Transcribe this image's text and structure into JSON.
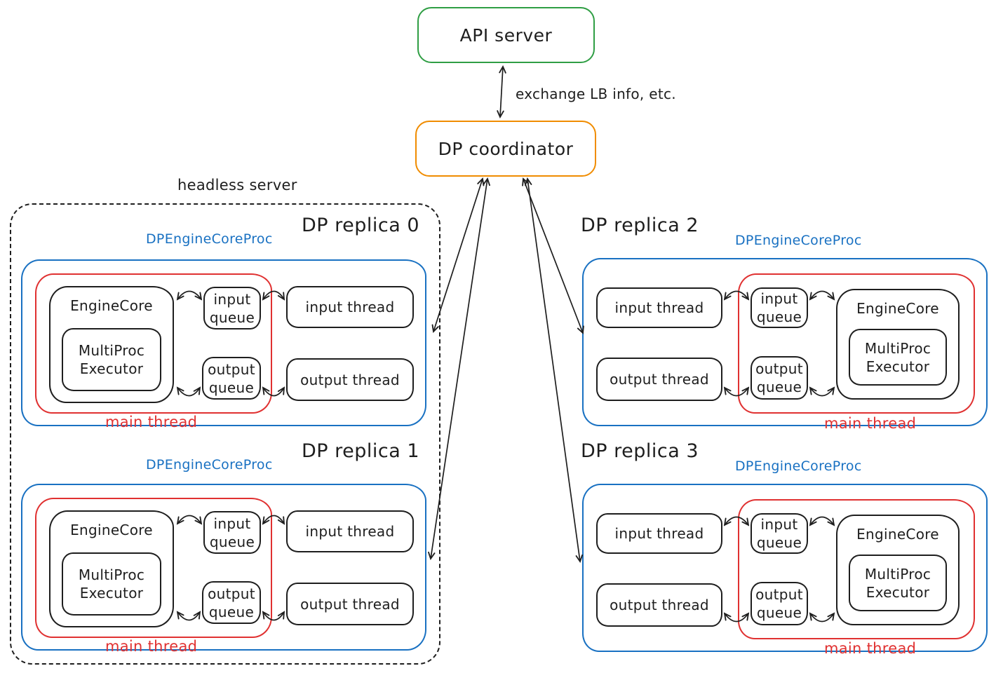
{
  "diagram": {
    "top": {
      "api_server_label": "API server",
      "coordinator_label": "DP coordinator",
      "exchange_label": "exchange LB info, etc."
    },
    "headless_server_label": "headless server",
    "replicas": [
      {
        "title": "DP replica 0",
        "proc_label": "DPEngineCoreProc",
        "engine_core_label": "EngineCore",
        "executor_lines": [
          "MultiProc",
          "Executor"
        ],
        "input_queue_lines": [
          "input",
          "queue"
        ],
        "output_queue_lines": [
          "output",
          "queue"
        ],
        "input_thread_label": "input thread",
        "output_thread_label": "output thread",
        "main_thread_label": "main thread"
      },
      {
        "title": "DP replica 1",
        "proc_label": "DPEngineCoreProc",
        "engine_core_label": "EngineCore",
        "executor_lines": [
          "MultiProc",
          "Executor"
        ],
        "input_queue_lines": [
          "input",
          "queue"
        ],
        "output_queue_lines": [
          "output",
          "queue"
        ],
        "input_thread_label": "input thread",
        "output_thread_label": "output thread",
        "main_thread_label": "main thread"
      },
      {
        "title": "DP replica 2",
        "proc_label": "DPEngineCoreProc",
        "engine_core_label": "EngineCore",
        "executor_lines": [
          "MultiProc",
          "Executor"
        ],
        "input_queue_lines": [
          "input",
          "queue"
        ],
        "output_queue_lines": [
          "output",
          "queue"
        ],
        "input_thread_label": "input thread",
        "output_thread_label": "output thread",
        "main_thread_label": "main thread"
      },
      {
        "title": "DP replica 3",
        "proc_label": "DPEngineCoreProc",
        "engine_core_label": "EngineCore",
        "executor_lines": [
          "MultiProc",
          "Executor"
        ],
        "input_queue_lines": [
          "input",
          "queue"
        ],
        "output_queue_lines": [
          "output",
          "queue"
        ],
        "input_thread_label": "input thread",
        "output_thread_label": "output thread",
        "main_thread_label": "main thread"
      }
    ],
    "colors": {
      "green": "#2f9e44",
      "orange": "#f08c00",
      "blue": "#1971c2",
      "red": "#e03131",
      "ink": "#1e1e1e"
    }
  }
}
